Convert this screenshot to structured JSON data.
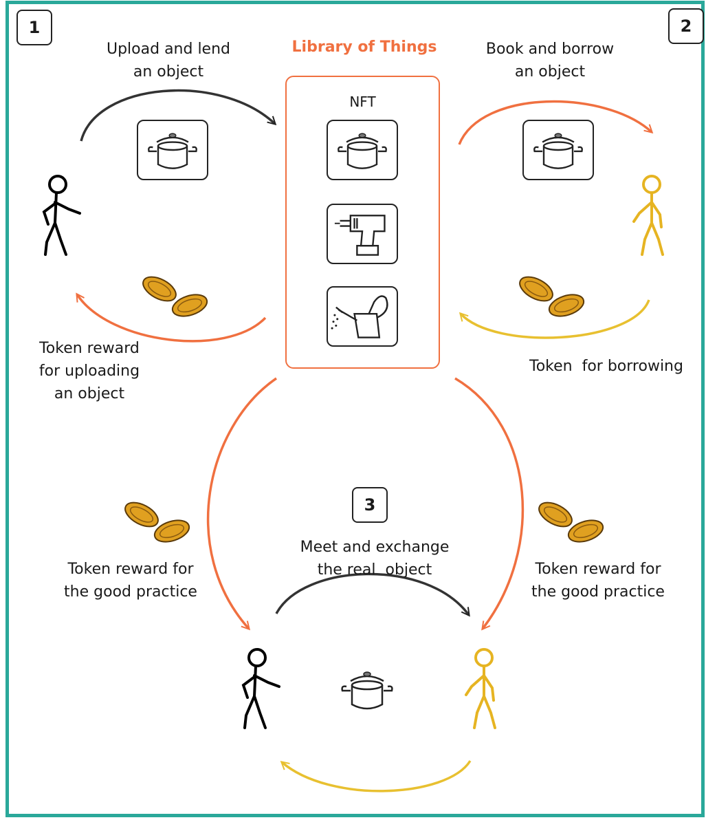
{
  "steps": [
    "1",
    "2",
    "3"
  ],
  "library": {
    "title": "Library of Things",
    "nft_label": "NFT"
  },
  "labels": {
    "upload_lend": [
      "Upload and lend",
      "an object"
    ],
    "book_borrow": [
      "Book and borrow",
      "an object"
    ],
    "reward_upload": [
      "Token reward",
      "for uploading",
      "an object"
    ],
    "token_borrow": [
      "Token  for borrowing"
    ],
    "reward_left": [
      "Token reward for",
      "the good practice"
    ],
    "reward_right": [
      "Token reward for",
      "the good practice"
    ],
    "meet": [
      "Meet and exchange",
      "the real  object"
    ]
  },
  "colors": {
    "frame": "#2aa89a",
    "accent_orange": "#f07040",
    "arrow_yellow": "#e8c030",
    "lender": "#000000",
    "borrower": "#e6b422",
    "coin": "#e0a020"
  },
  "icons": [
    "pot-icon",
    "drill-icon",
    "watering-can-icon",
    "coins-icon",
    "lender-figure-icon",
    "borrower-figure-icon"
  ]
}
